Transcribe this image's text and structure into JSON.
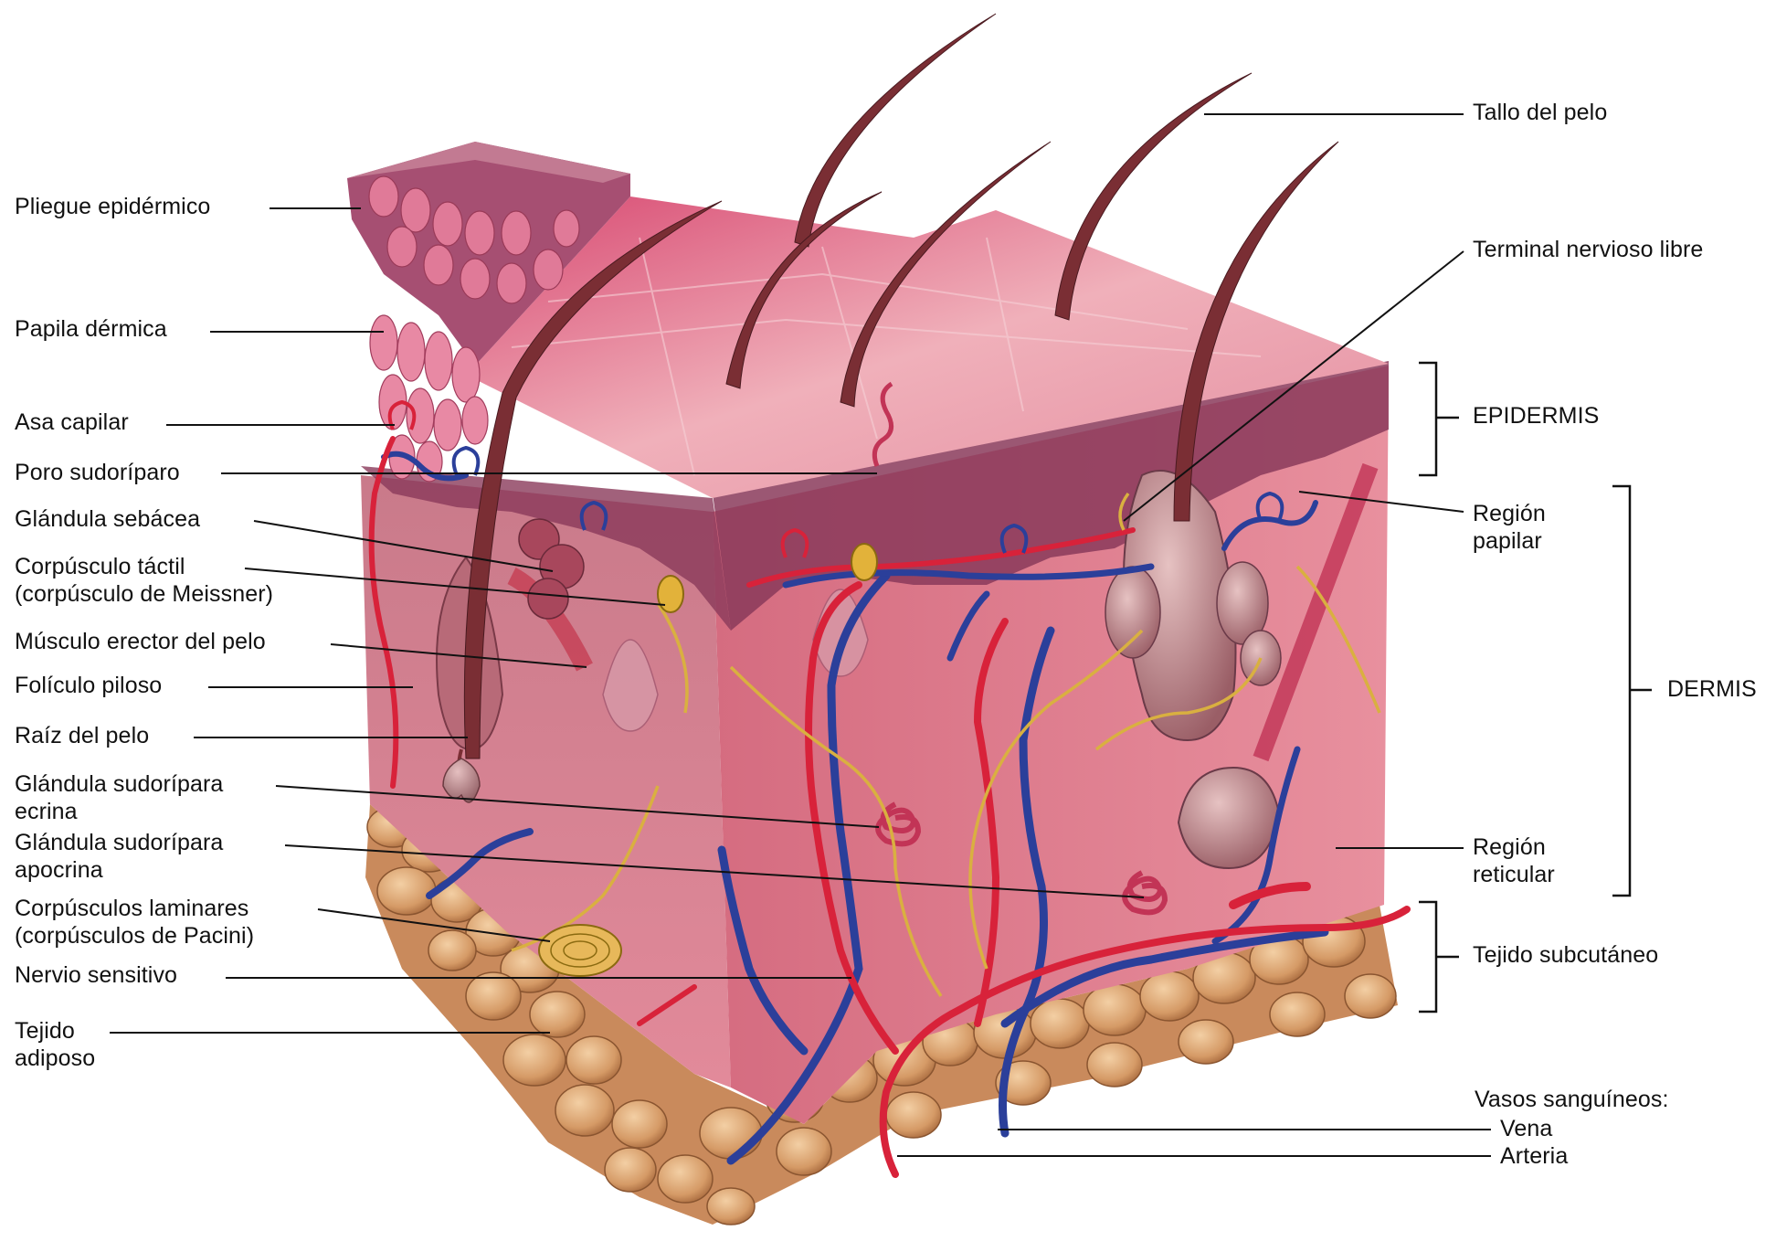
{
  "labels_left": {
    "pliegue": "Pliegue epidérmico",
    "papila": "Papila dérmica",
    "asa": "Asa capilar",
    "poro": "Poro sudoríparo",
    "sebacea": "Glándula sebácea",
    "tactil_1": "Corpúsculo táctil",
    "tactil_2": "(corpúsculo de Meissner)",
    "musculo": "Músculo erector del pelo",
    "foliculo": "Folículo piloso",
    "raiz": "Raíz del pelo",
    "ecrina_1": "Glándula sudorípara",
    "ecrina_2": "ecrina",
    "apocrina_1": "Glándula sudorípara",
    "apocrina_2": "apocrina",
    "laminares_1": "Corpúsculos laminares",
    "laminares_2": "(corpúsculos de Pacini)",
    "nervio": "Nervio sensitivo",
    "adiposo_1": "Tejido",
    "adiposo_2": "adiposo"
  },
  "labels_right": {
    "tallo": "Tallo del pelo",
    "terminal": "Terminal nervioso libre",
    "epidermis": "EPIDERMIS",
    "papilar_1": "Región",
    "papilar_2": "papilar",
    "dermis": "DERMIS",
    "reticular_1": "Región",
    "reticular_2": "reticular",
    "subcutaneo": "Tejido subcutáneo",
    "vasos": "Vasos sanguíneos:",
    "vena": "Vena",
    "arteria": "Arteria"
  },
  "colors": {
    "epidermis_top": "#e89aa8",
    "dermis": "#d86a80",
    "fat": "#d9a070",
    "artery": "#d8223a",
    "vein": "#2b3f9a",
    "nerve": "#d9b040",
    "hair": "#7a2e34",
    "leader": "#111111"
  }
}
